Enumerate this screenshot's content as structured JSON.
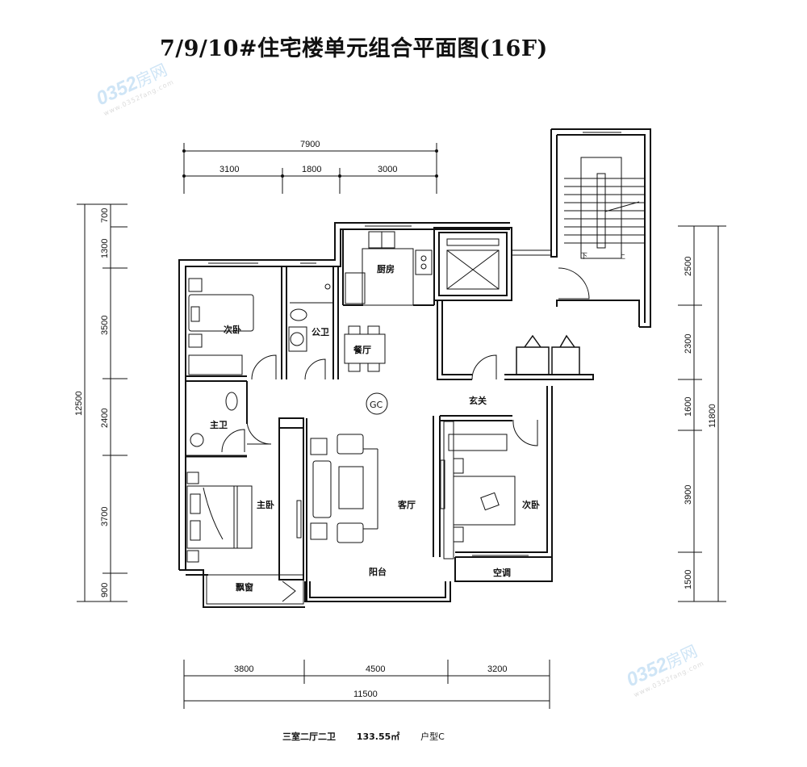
{
  "title": "7/9/10#住宅楼单元组合平面图(16F)",
  "dimensions": {
    "top_total": "7900",
    "top_segments": [
      "3100",
      "1800",
      "3000"
    ],
    "left_total": "12500",
    "left_segments": [
      "700",
      "1300",
      "3500",
      "2400",
      "3700",
      "900"
    ],
    "right_total": "11800",
    "right_segments": [
      "2500",
      "2300",
      "1600",
      "3900",
      "1500"
    ],
    "bottom_segments": [
      "3800",
      "4500",
      "3200"
    ],
    "bottom_total": "11500"
  },
  "rooms": {
    "secondary_bedroom_1": "次卧",
    "public_bath": "公卫",
    "kitchen": "厨房",
    "dining": "餐厅",
    "master_bath": "主卫",
    "master_bedroom": "主卧",
    "living_room": "客厅",
    "foyer": "玄关",
    "secondary_bedroom_2": "次卧",
    "balcony": "阳台",
    "bay_window": "飘窗",
    "ac_platform": "空调",
    "gc_marker": "GC"
  },
  "stairs": {
    "down_label": "下",
    "up_label": "上"
  },
  "summary": {
    "layout": "三室二厅二卫",
    "area": "133.55㎡",
    "unit_type": "户型C"
  },
  "watermark": {
    "number": "0352",
    "brand": "房网",
    "url": "www.0352fang.com"
  },
  "colors": {
    "line": "#111111",
    "watermark_blue": "#cfe5f6",
    "watermark_orange": "#f7d9a0"
  }
}
